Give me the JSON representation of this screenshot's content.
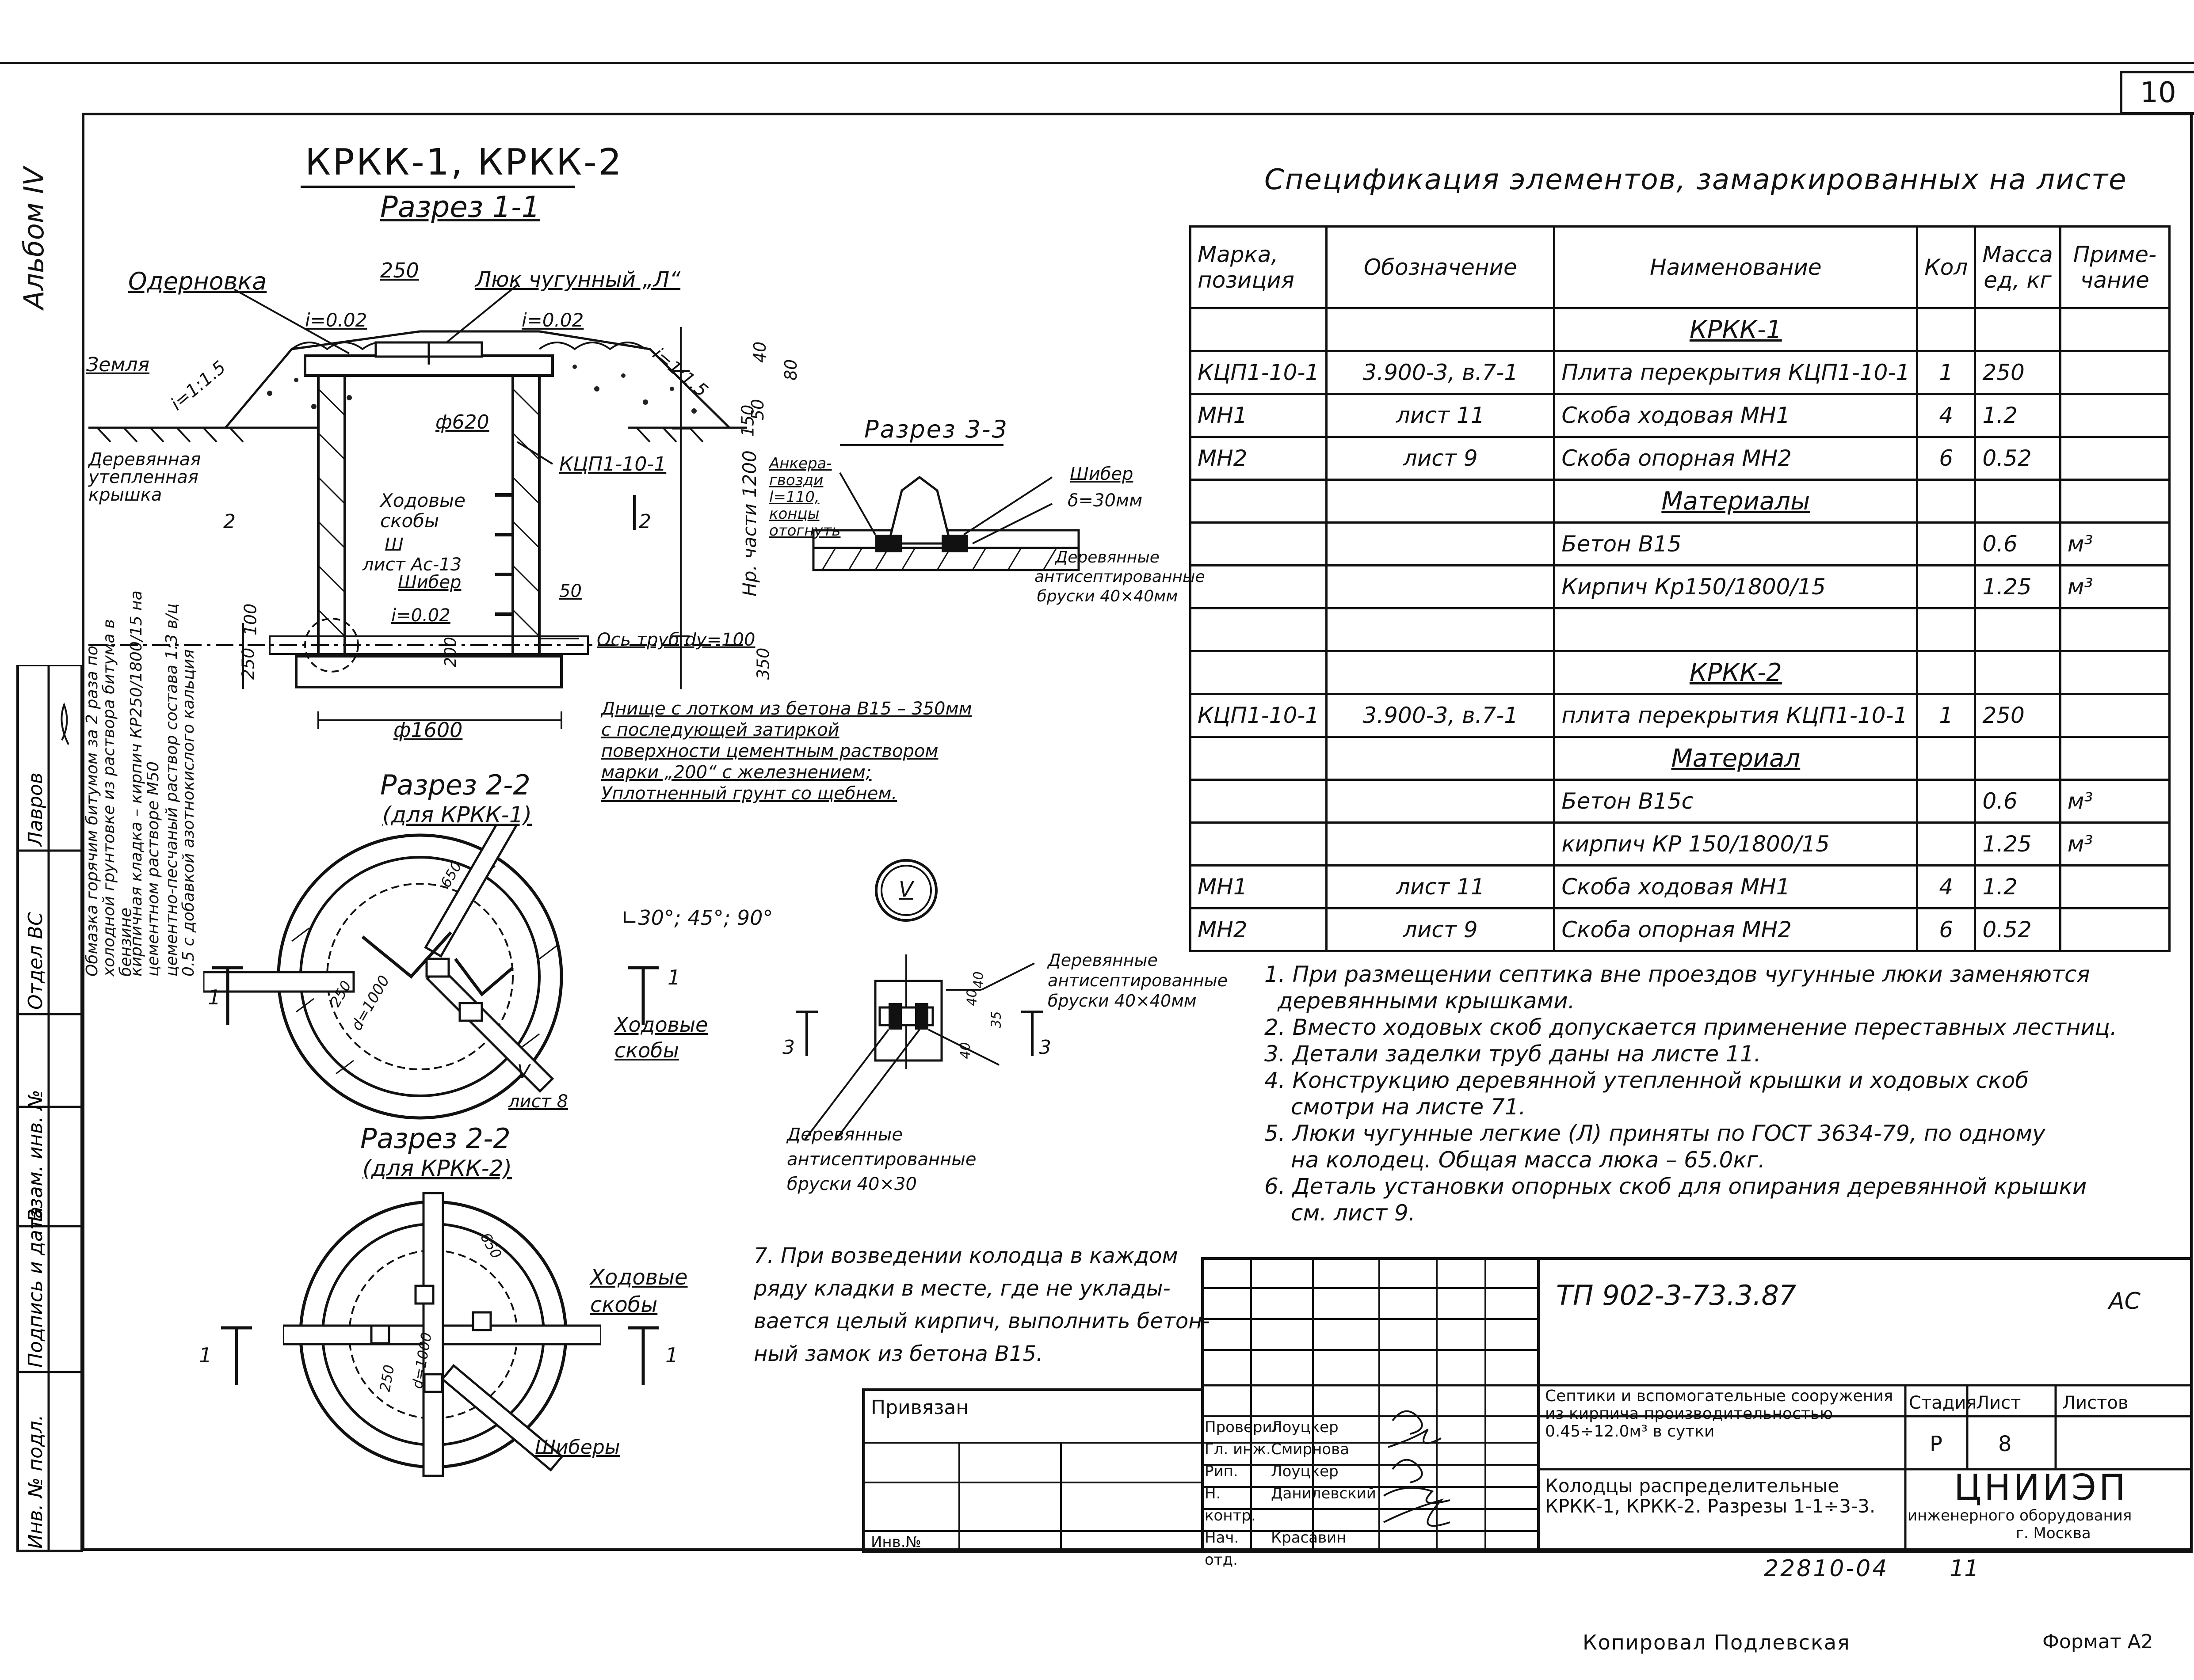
{
  "sheet_number": "10",
  "album_label": "Альбом IV",
  "left_view": {
    "title": "КРКК-1, КРКК-2",
    "subtitle": "Разрез 1-1",
    "labels": {
      "sod": "Одерновка",
      "width": "250",
      "hatch": "Люк чугунный „Л“",
      "slope_left": "i=0.02",
      "slope_right": "i=0.02",
      "ground": "Земля",
      "grade_left": "i=1:1.5",
      "grade_right": "i=1:1.5",
      "dim_150": "150",
      "dim_80": "80",
      "dim_50": "50",
      "dim_top_40": "40",
      "opening": "ф620",
      "wood_cover": "Деревянная утепленная крышка",
      "slab": "КЦП1-10-1",
      "rungs": "Ходовые скобы",
      "sheet_ac13": "лист Ас-13",
      "gate": "Шибер",
      "mark_2l": "2",
      "mark_2r": "2",
      "mark_sh": "Ш",
      "height_part": "Нр. части 1200",
      "slope_bottom": "i=0.02",
      "dim_bottom_50": "50",
      "dim_100": "100",
      "dim_250": "250",
      "dim_350": "350",
      "dim_200": "200",
      "pipe_axis": "Ось труб dу=100",
      "diameter_base": "ф1600",
      "bitumen_note": "Обмазка горячим битумом за 2 раза по холодной грунтовке из раствора битума в бензине",
      "brick_note": "кирпичная кладка – кирпич КР250/1800/15 на цементном растворе М50",
      "mortar_note": "цементно-песчаный раствор состава 1:3 в/ц 0.5 с добавкой азотнокислого кальция"
    },
    "bottom_note": [
      "Днище с лотком из бетона В15 – 350мм",
      "с последующей затиркой",
      "поверхности цементным раствором",
      "марки „200“ с железнением;",
      "Уплотненный грунт со щебнем."
    ]
  },
  "section_22a": {
    "title": "Разрез 2-2",
    "subtitle": "(для КРКК-1)",
    "angles": "∟30°; 45°; 90°",
    "rungs": "Ходовые скобы",
    "sheet8": "лист 8",
    "roman": "V",
    "dim_1000": "d=1000",
    "dim_250": "250",
    "dim_650": "650",
    "cut_left": "1",
    "cut_right": "1"
  },
  "section_22b": {
    "title": "Разрез 2-2",
    "subtitle": "(для КРКК-2)",
    "rungs": "Ходовые скобы",
    "gates": "Шиберы",
    "dim_1000": "d=1000",
    "dim_250": "250",
    "dim_650": "650",
    "cut_left": "1",
    "cut_right": "1"
  },
  "section_33": {
    "title": "Разрез 3-3",
    "anchor": "Анкера-гвозди l=110, концы отогнуть",
    "gate": "Шибер",
    "thickness": "δ=30мм",
    "blocks": "Деревянные антисептированные бруски 40×40мм"
  },
  "node_v": {
    "mark": "V",
    "blocks_top": "Деревянные антисептированные бруски 40×40мм",
    "blocks_bottom": "Деревянные антисептированные бруски 40×30",
    "cut_left": "3",
    "cut_right": "3",
    "dim_40a": "40",
    "dim_40b": "40",
    "dim_35": "35",
    "dim_40c": "40"
  },
  "spec": {
    "title": "Спецификация элементов, замаркированных на листе",
    "headers": [
      "Марка, позиция",
      "Обозначение",
      "Наименование",
      "Кол",
      "Масса ед, кг",
      "Приме- чание"
    ],
    "rows": [
      [
        "",
        "",
        "КРКК-1",
        "",
        "",
        ""
      ],
      [
        "КЦП1-10-1",
        "3.900-3, в.7-1",
        "Плита перекрытия КЦП1-10-1",
        "1",
        "250",
        ""
      ],
      [
        "МН1",
        "лист 11",
        "Скоба ходовая МН1",
        "4",
        "1.2",
        ""
      ],
      [
        "МН2",
        "лист 9",
        "Скоба опорная МН2",
        "6",
        "0.52",
        ""
      ],
      [
        "",
        "",
        "Материалы",
        "",
        "",
        ""
      ],
      [
        "",
        "",
        "Бетон В15",
        "",
        "0.6",
        "м³"
      ],
      [
        "",
        "",
        "Кирпич Кр150/1800/15",
        "",
        "1.25",
        "м³"
      ],
      [
        "",
        "",
        "",
        "",
        "",
        ""
      ],
      [
        "",
        "",
        "КРКК-2",
        "",
        "",
        ""
      ],
      [
        "КЦП1-10-1",
        "3.900-3, в.7-1",
        "плита перекрытия КЦП1-10-1",
        "1",
        "250",
        ""
      ],
      [
        "",
        "",
        "Материал",
        "",
        "",
        ""
      ],
      [
        "",
        "",
        "Бетон В15с",
        "",
        "0.6",
        "м³"
      ],
      [
        "",
        "",
        "кирпич КР 150/1800/15",
        "",
        "1.25",
        "м³"
      ],
      [
        "МН1",
        "лист 11",
        "Скоба ходовая МН1",
        "4",
        "1.2",
        ""
      ],
      [
        "МН2",
        "лист 9",
        "Скоба опорная МН2",
        "6",
        "0.52",
        ""
      ]
    ]
  },
  "notes": [
    "1. При размещении септика вне проездов чугунные люки заменяются",
    "деревянными крышками.",
    "2. Вместо ходовых скоб допускается применение переставных лестниц.",
    "3. Детали заделки труб даны на листе 11.",
    "4. Конструкцию деревянной утепленной крышки и ходовых скоб",
    "смотри на листе 71.",
    "5. Люки чугунные легкие (Л) приняты по ГОСТ 3634-79, по одному",
    "на колодец. Общая масса люка – 65.0кг.",
    "6. Деталь установки опорных скоб для опирания деревянной крышки",
    "см. лист 9."
  ],
  "note7": [
    "7. При возведении колодца в каждом",
    "ряду кладки в месте, где не уклады-",
    "вается целый кирпич, выполнить бетон-",
    "ный замок из бетона В15."
  ],
  "stamp": {
    "code": "ТП 902-3-73.3.87",
    "mark": "АС",
    "project": "Септики и вспомогательные сооружения из кирпича производительностью 0.45÷12.0м³ в сутки",
    "sheet_title": "Колодцы распределительные КРКК-1, КРКК-2. Разрезы 1-1÷3-3.",
    "stage_label": "Стадия",
    "sheet_label": "Лист",
    "sheets_label": "Листов",
    "stage": "Р",
    "sheet": "8",
    "sheets": "",
    "org": "ЦНИИЭП",
    "org_sub": "инженерного оборудования",
    "org_city": "г. Москва",
    "people": [
      [
        "Проверил",
        "Лоуцкер"
      ],
      [
        "Гл. инж.",
        "Смирнова"
      ],
      [
        "Рип.",
        "Лоуцкер"
      ],
      [
        "Н. контр.",
        "Данилевский"
      ],
      [
        "Нач. отд.",
        "Красавин"
      ]
    ],
    "bound": "Привязан",
    "inv": "Инв.№"
  },
  "left_strip": [
    "Инв. № подл.",
    "Подпись и дата",
    "Взам. инв. №",
    "Отдел ВС",
    "Лавров"
  ],
  "footer": {
    "number": "22810-04",
    "page": "11",
    "copied": "Копировал Подлевская",
    "format": "Формат А2"
  }
}
